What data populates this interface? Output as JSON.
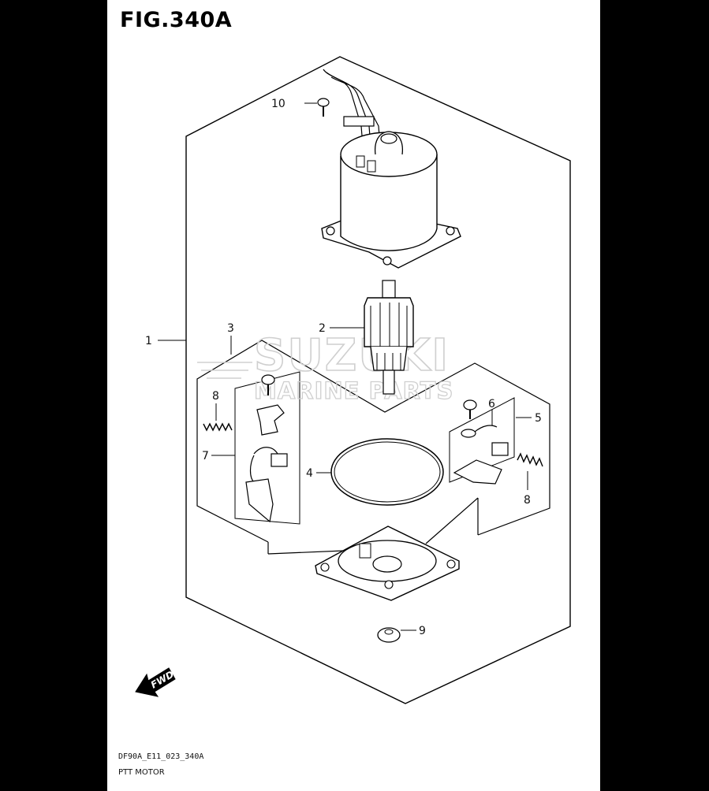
{
  "figure": {
    "title": "FIG.340A",
    "code": "DF90A_E11_023_340A",
    "caption": "PTT MOTOR"
  },
  "watermark": {
    "line1": "SUZUKI",
    "line2": "MARINE PARTS"
  },
  "direction_marker": "FWD",
  "callouts": [
    "1",
    "2",
    "3",
    "4",
    "5",
    "6",
    "7",
    "8",
    "8",
    "9",
    "10"
  ]
}
